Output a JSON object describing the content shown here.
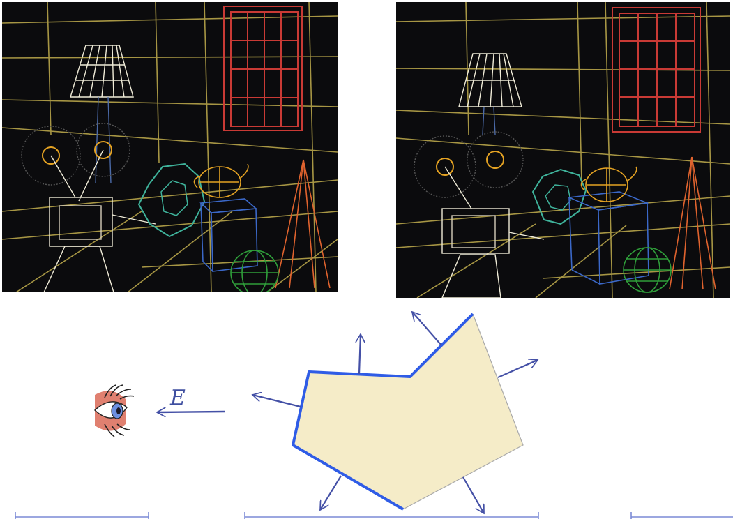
{
  "diagram": {
    "eye_vector_label": "E",
    "colors": {
      "polygon_fill": "#f5ecc8",
      "front_edge": "#2f5ce6",
      "back_edge": "#a9a9a9",
      "normal_arrow": "#4450a6",
      "baseline": "#7b8ad6"
    },
    "icons": [
      "eye-icon"
    ]
  },
  "photos": [
    {
      "name": "wireframe-scene-all-edges",
      "colors": {
        "grid": "#b8a64a",
        "window": "#c93a35",
        "teapot": "#e5a323",
        "torus": "#3fb39b",
        "box": "#3b68c8",
        "sphere": "#2f9e3a",
        "cone": "#e0632e"
      }
    },
    {
      "name": "wireframe-scene-back-faces-removed",
      "colors": {
        "grid": "#b8a64a",
        "window": "#c93a35",
        "teapot": "#e5a323",
        "torus": "#3fb39b",
        "box": "#3b68c8",
        "sphere": "#2f9e3a",
        "cone": "#e0632e"
      }
    }
  ]
}
